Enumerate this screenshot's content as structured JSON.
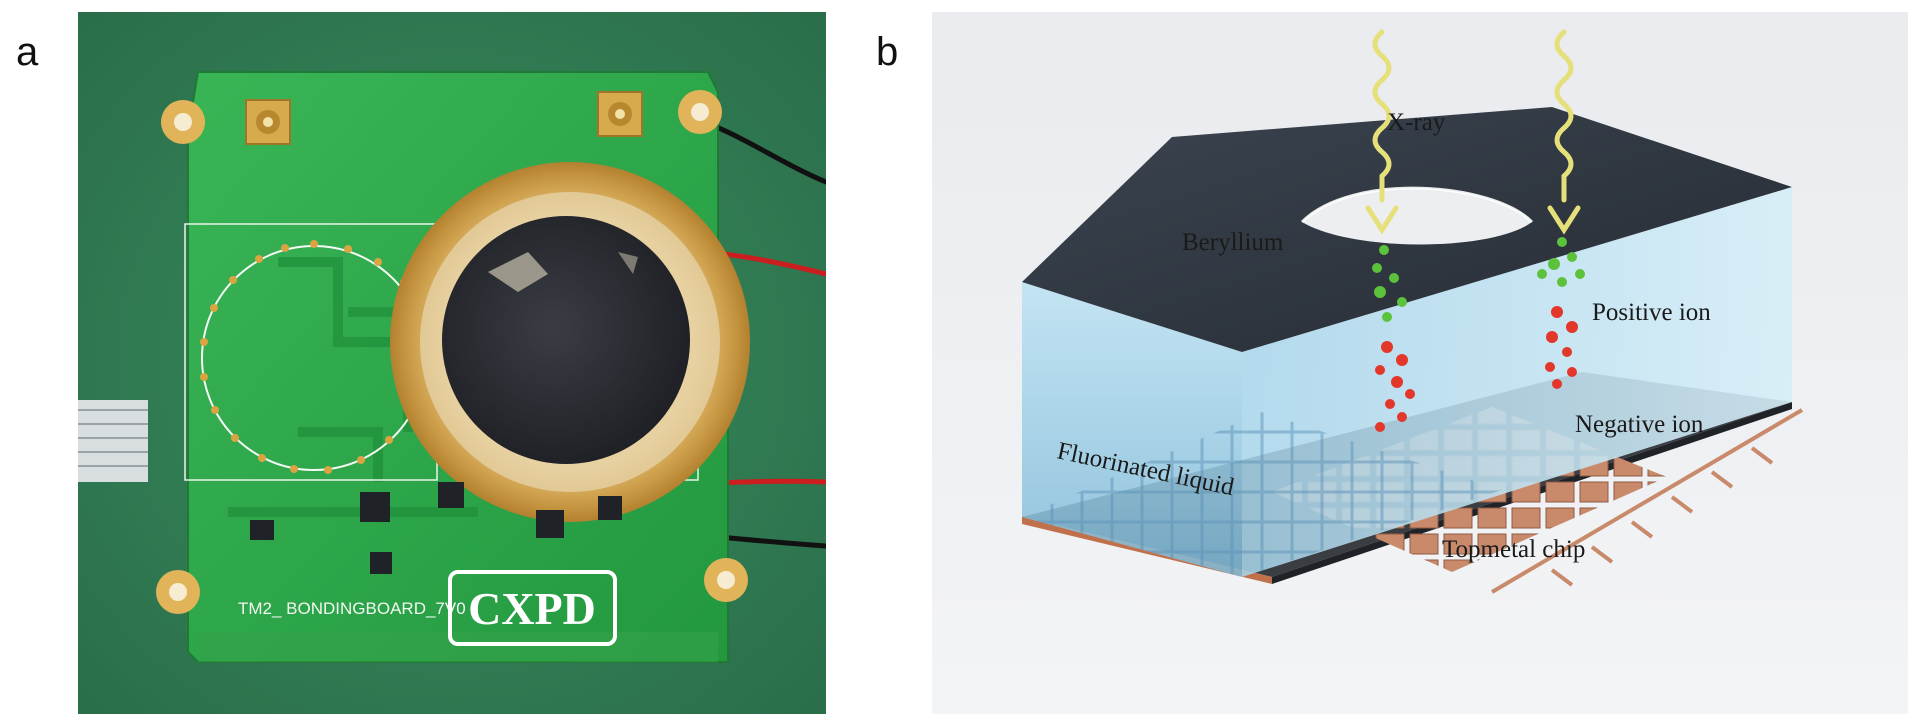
{
  "panels": [
    {
      "letter": "a",
      "board_silkscreen": "TM2_ BONDINGBOARD_7V0",
      "logo_text": "CXPD"
    },
    {
      "letter": "b",
      "labels": {
        "xray": "X-ray",
        "beryllium": "Beryllium",
        "positive_ion": "Positive ion",
        "negative_ion": "Negative ion",
        "fluorinated_liquid": "Fluorinated liquid",
        "topmetal_chip": "Topmetal chip"
      }
    }
  ],
  "colors": {
    "pcb_green": "#2fa84a",
    "background_green": "#2f7d52",
    "gold": "#d9a441",
    "liquid_blue": "#9fd0ea",
    "beryllium_dark": "#2e3640",
    "chip_copper": "#c98a6b",
    "positive_ion": "#5cc23c",
    "negative_ion": "#e2372a",
    "xray_yellow": "#e6e07a"
  }
}
